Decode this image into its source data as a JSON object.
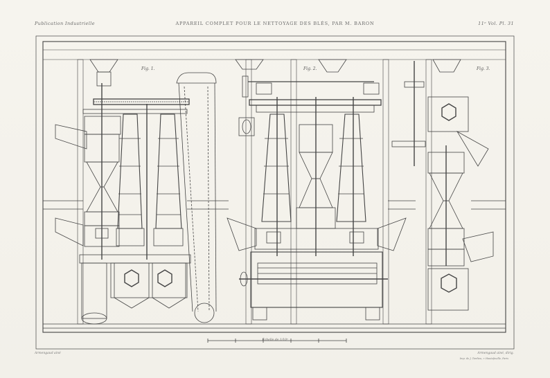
{
  "header": {
    "left": "Publication Industrielle",
    "center": "APPAREIL COMPLET POUR LE NETTOYAGE DES BLÉS, PAR M. BARON",
    "right": "11ᵉ Vol. Pl. 31"
  },
  "figures": {
    "fig1": "Fig. 1.",
    "fig2": "Fig. 2.",
    "fig3": "Fig. 3."
  },
  "scale_label": "Échelle de 1/10ᵉ",
  "footer": {
    "left": "Armengaud ainé",
    "right": "Armengaud ainé, dirig.",
    "printer": "Imp. de J. Tardieu, r. Hautefeuille, Paris"
  },
  "colors": {
    "ink": "#3a3a3a",
    "paper": "#f4f2ec"
  }
}
